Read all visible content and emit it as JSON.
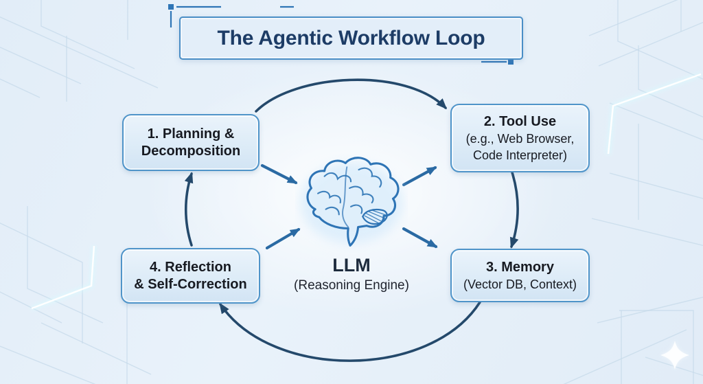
{
  "title": "The Agentic Workflow Loop",
  "center": {
    "label": "LLM",
    "sublabel": "(Reasoning Engine)",
    "icon": "brain-icon"
  },
  "nodes": {
    "planning": {
      "line1": "1. Planning &",
      "line2": "Decomposition"
    },
    "tool_use": {
      "line1": "2. Tool Use",
      "line2": "(e.g., Web Browser,",
      "line3": "Code Interpreter)"
    },
    "memory": {
      "line1": "3. Memory",
      "line2": "(Vector DB, Context)"
    },
    "reflection": {
      "line1": "4. Reflection",
      "line2": "& Self-Correction"
    }
  },
  "connections": [
    {
      "from": "planning",
      "to": "tool_use",
      "style": "curved"
    },
    {
      "from": "tool_use",
      "to": "memory",
      "style": "curved"
    },
    {
      "from": "memory",
      "to": "reflection",
      "style": "curved"
    },
    {
      "from": "reflection",
      "to": "planning",
      "style": "curved"
    },
    {
      "from": "planning",
      "to": "llm",
      "style": "straight"
    },
    {
      "from": "llm",
      "to": "tool_use",
      "style": "straight"
    },
    {
      "from": "reflection",
      "to": "llm",
      "style": "straight"
    },
    {
      "from": "llm",
      "to": "memory",
      "style": "straight"
    }
  ],
  "colors": {
    "title_text": "#1d3c66",
    "title_border": "#4a8ec6",
    "title_fill": "#e3eef9",
    "box_fill": "#dcebf7",
    "box_border": "#4f94c9",
    "box_text": "#171a21",
    "curve_arrow": "#24496b",
    "diag_arrow": "#2a6aa3",
    "accent_mark": "#2e75b6",
    "decor_line": "#c6d9ea",
    "brain_stroke": "#2e74b5"
  }
}
